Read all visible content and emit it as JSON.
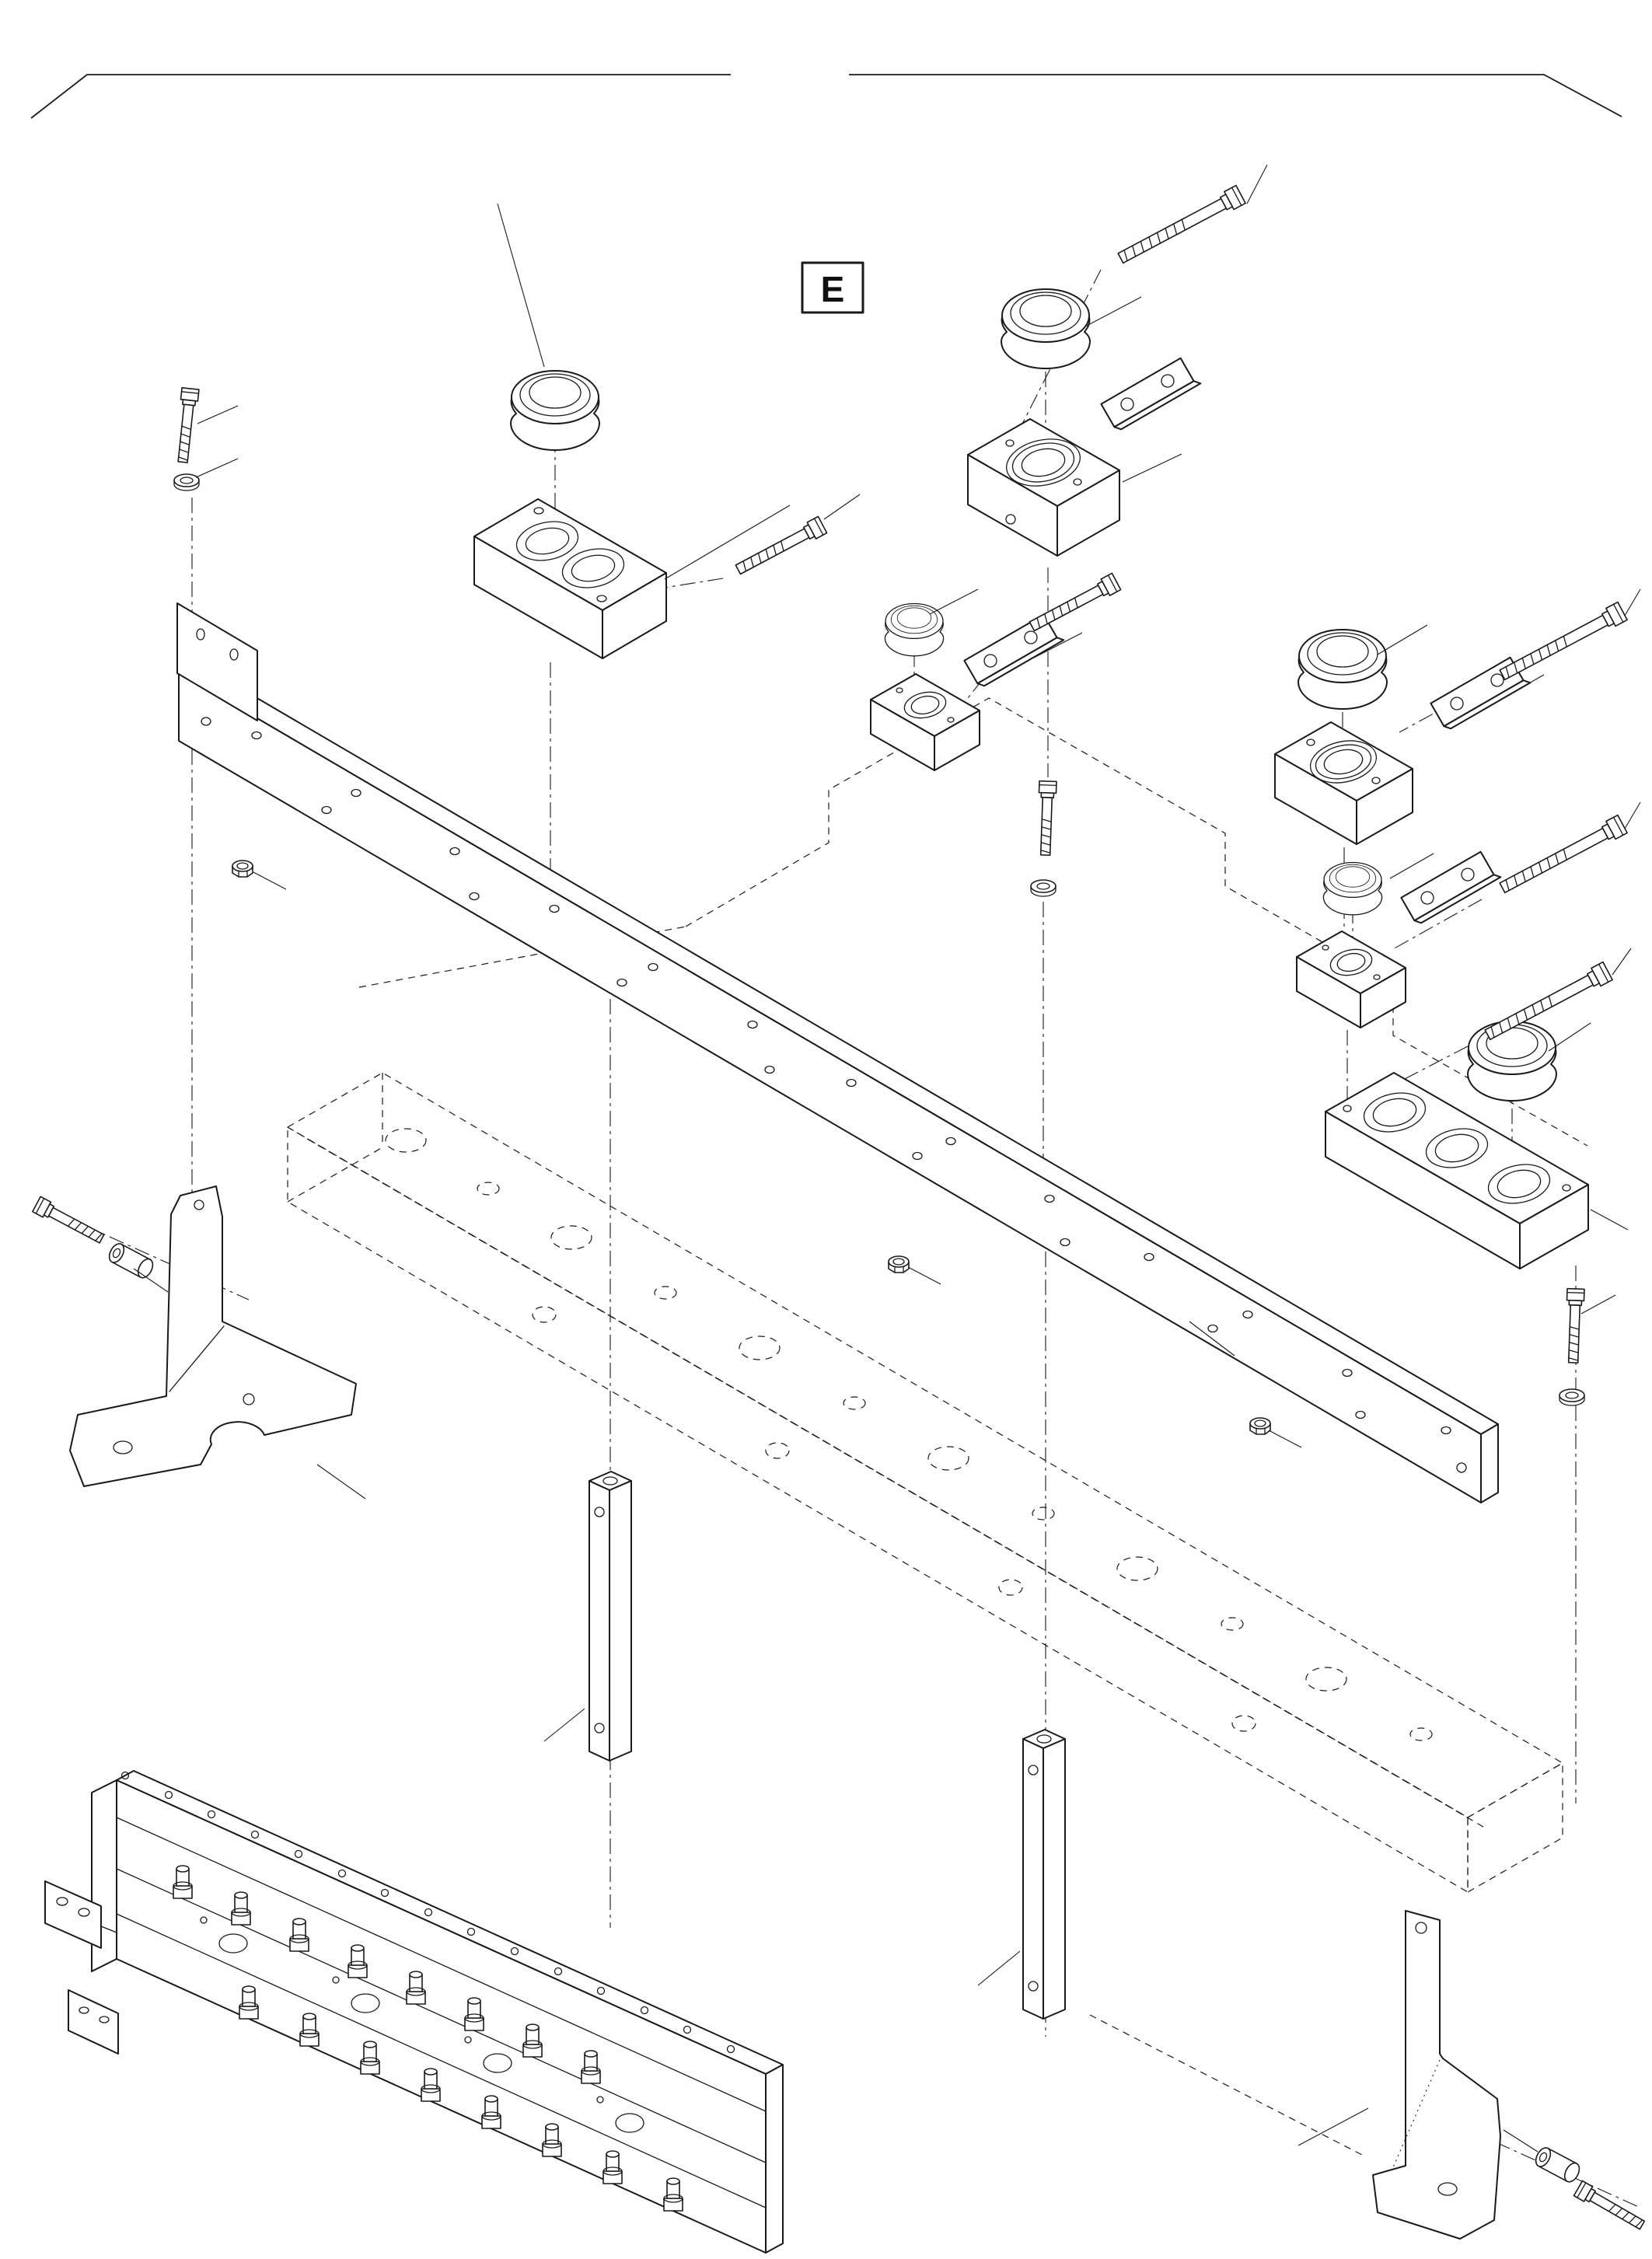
{
  "page": {
    "background_color": "#ffffff",
    "line_color": "#1a1a1a"
  },
  "diagram": {
    "section_label": "E",
    "kind": "exploded-parts-diagram",
    "description": "Exploded isometric parts diagram of a control-valve mounting group: rubber caps, clamp blocks, retainer plates, hex bolts, washers, nuts, a long mounting rail, left and right support brackets, spacer bars, a phantom (dashed) valve body and the control valve assembly."
  },
  "parts": [
    {
      "name": "rubber-cap-large",
      "quantity": 4
    },
    {
      "name": "rubber-cap-small",
      "quantity": 2
    },
    {
      "name": "clamp-block-single",
      "quantity": 4
    },
    {
      "name": "clamp-block-double",
      "quantity": 1
    },
    {
      "name": "clamp-bar-triple",
      "quantity": 1
    },
    {
      "name": "retainer-plate",
      "quantity": 4
    },
    {
      "name": "hex-bolt-long",
      "quantity": 4
    },
    {
      "name": "hex-bolt-medium",
      "quantity": 2
    },
    {
      "name": "hex-bolt-short",
      "quantity": 5
    },
    {
      "name": "washer",
      "quantity": 3
    },
    {
      "name": "hex-nut",
      "quantity": 3
    },
    {
      "name": "spacer-bushing",
      "quantity": 2
    },
    {
      "name": "mounting-rail",
      "quantity": 1
    },
    {
      "name": "support-bracket-left",
      "quantity": 1
    },
    {
      "name": "support-bracket-right",
      "quantity": 1
    },
    {
      "name": "spacer-bar",
      "quantity": 2
    },
    {
      "name": "control-valve-assembly",
      "quantity": 1
    },
    {
      "name": "valve-body-phantom",
      "quantity": 1
    }
  ]
}
